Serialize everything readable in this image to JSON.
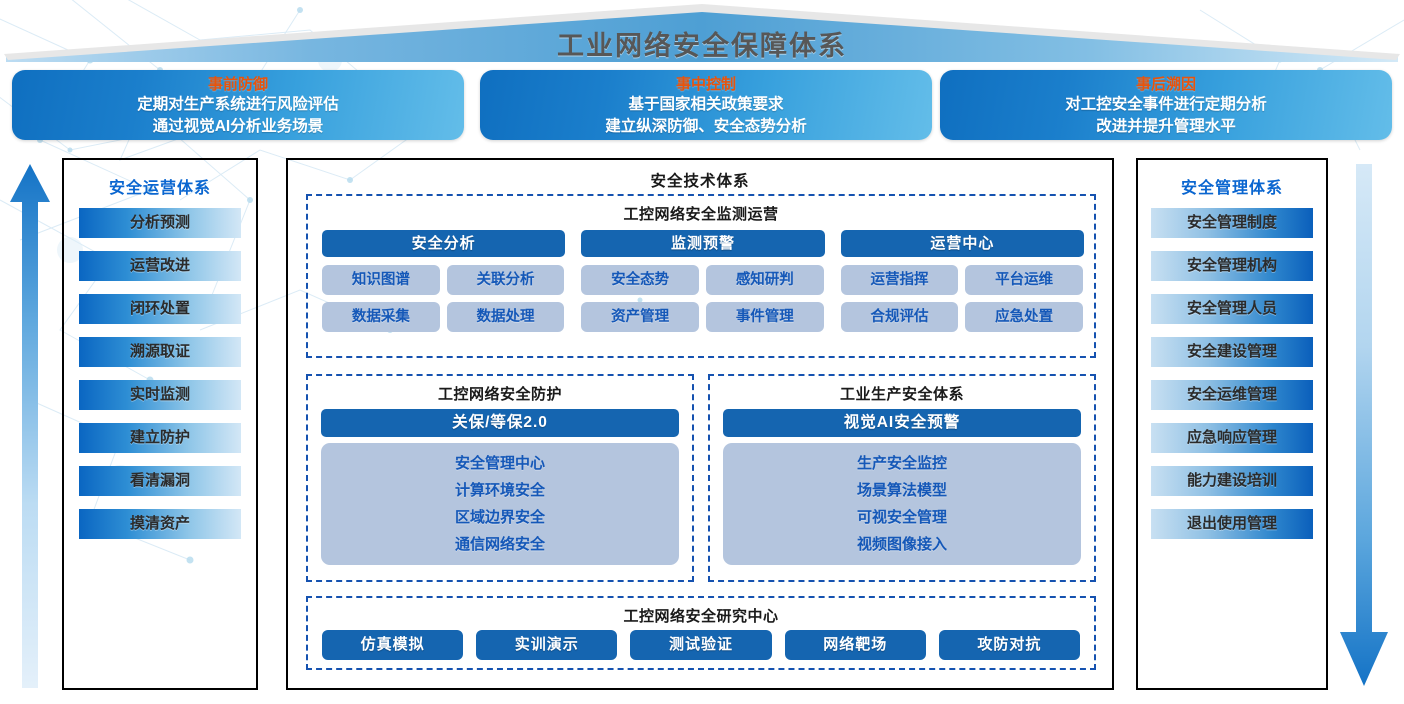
{
  "header": {
    "title": "工业网络安全保障体系",
    "title_color": "#575757"
  },
  "phase_cards": [
    {
      "title": "事前防御",
      "line1": "定期对生产系统进行风险评估",
      "line2": "通过视觉AI分析业务场景"
    },
    {
      "title": "事中控制",
      "line1": "基于国家相关政策要求",
      "line2": "建立纵深防御、安全态势分析"
    },
    {
      "title": "事后溯因",
      "line1": "对工控安全事件进行定期分析",
      "line2": "改进并提升管理水平"
    }
  ],
  "left_panel": {
    "title": "安全运营体系",
    "items": [
      {
        "label": "分析预测"
      },
      {
        "label": "运营改进"
      },
      {
        "label": "闭环处置"
      },
      {
        "label": "溯源取证"
      },
      {
        "label": "实时监测"
      },
      {
        "label": "建立防护"
      },
      {
        "label": "看清漏洞"
      },
      {
        "label": "摸清资产"
      }
    ]
  },
  "right_panel": {
    "title": "安全管理体系",
    "items": [
      {
        "label": "安全管理制度"
      },
      {
        "label": "安全管理机构"
      },
      {
        "label": "安全管理人员"
      },
      {
        "label": "安全建设管理"
      },
      {
        "label": "安全运维管理"
      },
      {
        "label": "应急响应管理"
      },
      {
        "label": "能力建设培训"
      },
      {
        "label": "退出使用管理"
      }
    ]
  },
  "center_panel": {
    "title": "安全技术体系",
    "monitoring": {
      "title": "工控网络安全监测运营",
      "columns": [
        {
          "head": "安全分析",
          "chips": [
            "知识图谱",
            "关联分析",
            "数据采集",
            "数据处理"
          ]
        },
        {
          "head": "监测预警",
          "chips": [
            "安全态势",
            "感知研判",
            "资产管理",
            "事件管理"
          ]
        },
        {
          "head": "运营中心",
          "chips": [
            "运营指挥",
            "平台运维",
            "合规评估",
            "应急处置"
          ]
        }
      ]
    },
    "protection": {
      "title": "工控网络安全防护",
      "head": "关保/等保2.0",
      "lines": [
        "安全管理中心",
        "计算环境安全",
        "区域边界安全",
        "通信网络安全"
      ]
    },
    "production": {
      "title": "工业生产安全体系",
      "head": "视觉AI安全预警",
      "lines": [
        "生产安全监控",
        "场景算法模型",
        "可视安全管理",
        "视频图像接入"
      ]
    },
    "research": {
      "title": "工控网络安全研究中心",
      "buttons": [
        "仿真模拟",
        "实训演示",
        "测试验证",
        "网络靶场",
        "攻防对抗"
      ]
    }
  },
  "arrows": {
    "left_icon": "arrow-up-icon",
    "right_icon": "arrow-down-icon"
  },
  "colors": {
    "accent_blue": "#1565b0",
    "dashed_blue": "#1552b0",
    "chip_bg": "#b4c5de",
    "chip_text": "#1558b8",
    "card_title_orange": "#e8540c",
    "panel_title_blue": "#0a66d0"
  }
}
